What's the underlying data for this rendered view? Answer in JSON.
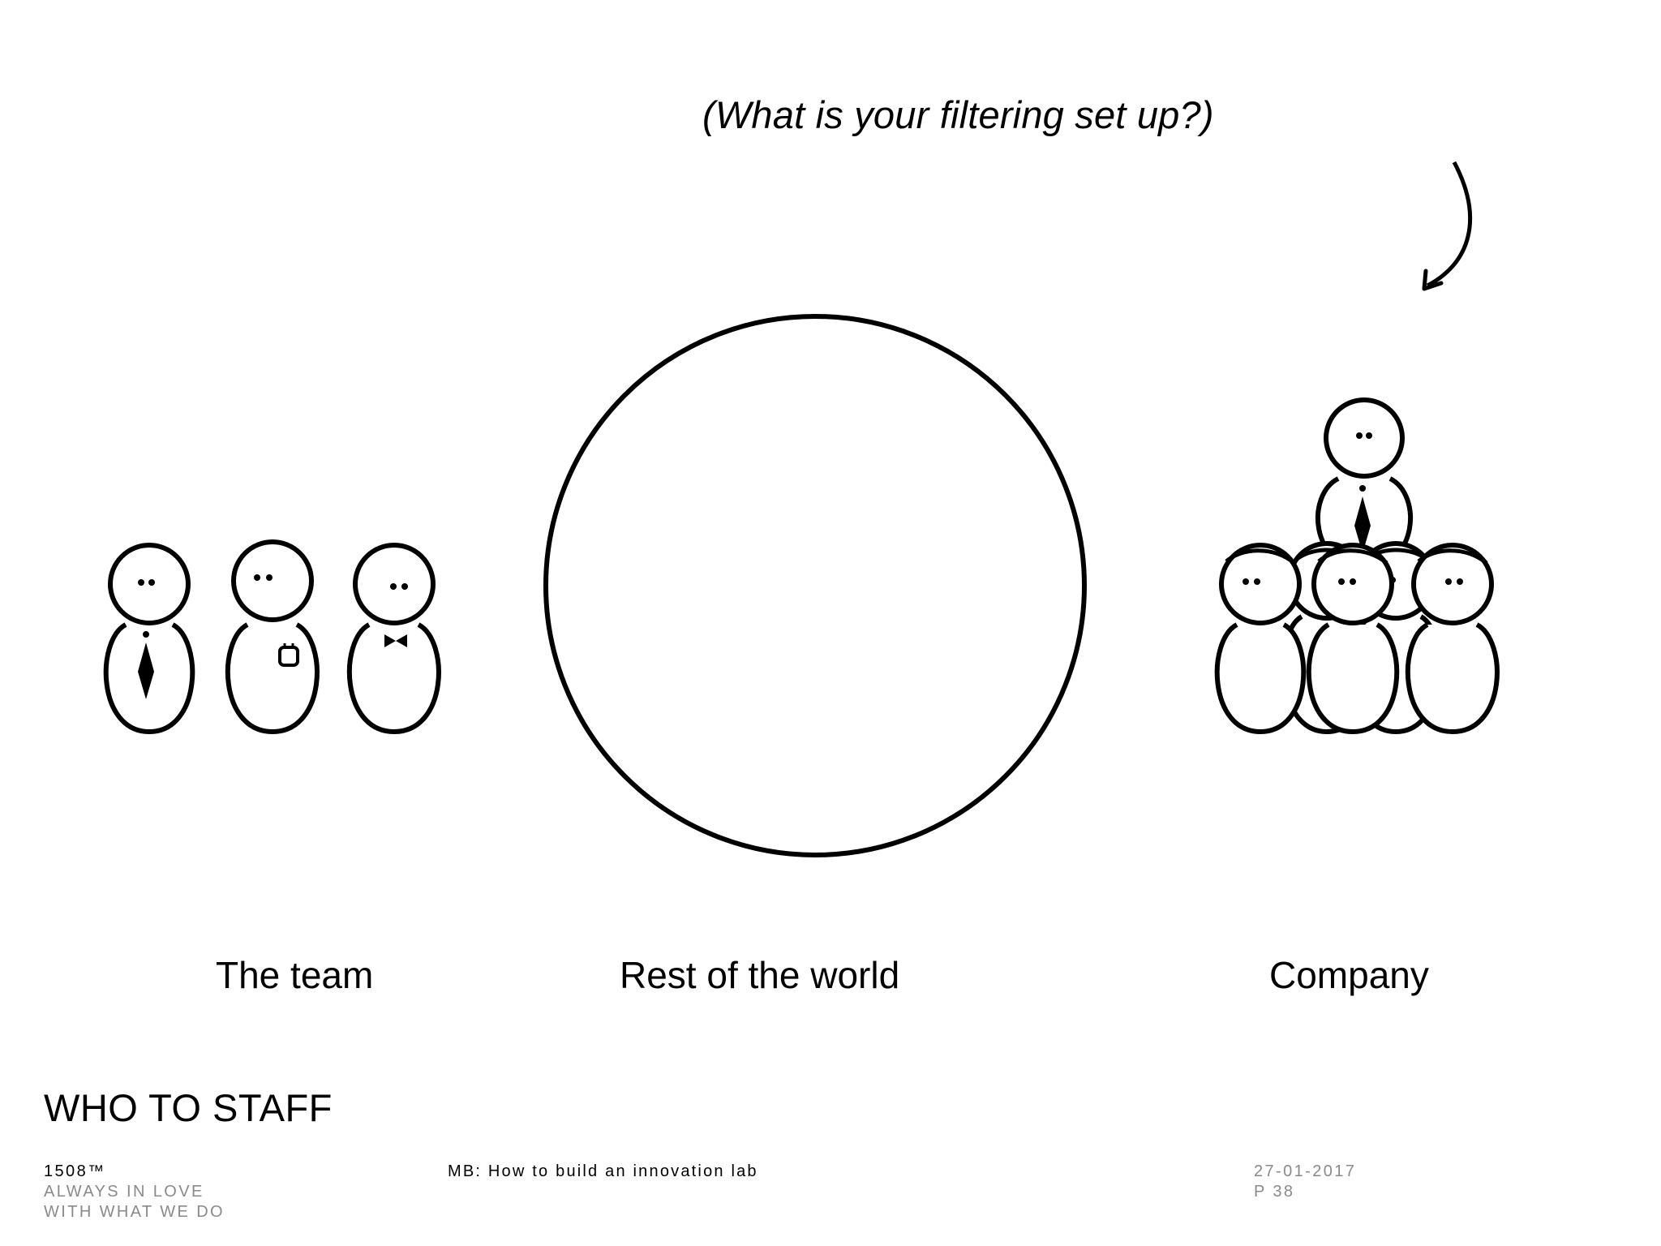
{
  "question": "(What is your filtering set up?)",
  "groups": {
    "team_label": "The team",
    "world_label": "Rest of the world",
    "company_label": "Company"
  },
  "section_title": "WHO TO STAFF",
  "footer": {
    "brand": "1508™",
    "tagline_line1": "ALWAYS IN  LOVE",
    "tagline_line2": "WITH WHAT WE DO",
    "deck_title": "MB: How to build an innovation lab",
    "date": "27-01-2017",
    "page": "P 38"
  },
  "icons": [
    "team-person-tie-icon",
    "team-person-badge-icon",
    "team-person-bowtie-icon",
    "world-circle-icon",
    "company-group-icon",
    "curved-arrow-icon"
  ],
  "colors": {
    "ink": "#000000",
    "muted_text": "#8a8a8a",
    "background": "#ffffff"
  }
}
